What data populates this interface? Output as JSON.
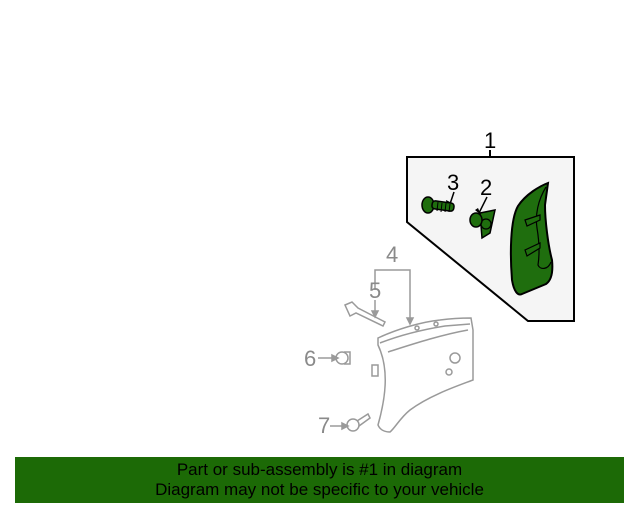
{
  "diagram": {
    "callouts": [
      {
        "number": "1",
        "highlighted": true
      },
      {
        "number": "2",
        "highlighted": true
      },
      {
        "number": "3",
        "highlighted": true
      },
      {
        "number": "4",
        "highlighted": false
      },
      {
        "number": "5",
        "highlighted": false
      },
      {
        "number": "6",
        "highlighted": false
      },
      {
        "number": "7",
        "highlighted": false
      }
    ],
    "colors": {
      "highlight_fill": "#1f6e0e",
      "panel_bg": "#f5f5f5",
      "gray_lines": "#9a9a9a",
      "banner_bg": "#1c6a06"
    }
  },
  "banner": {
    "line1": "Part or sub-assembly is #1 in diagram",
    "line2": "Diagram may not be specific to your vehicle"
  }
}
